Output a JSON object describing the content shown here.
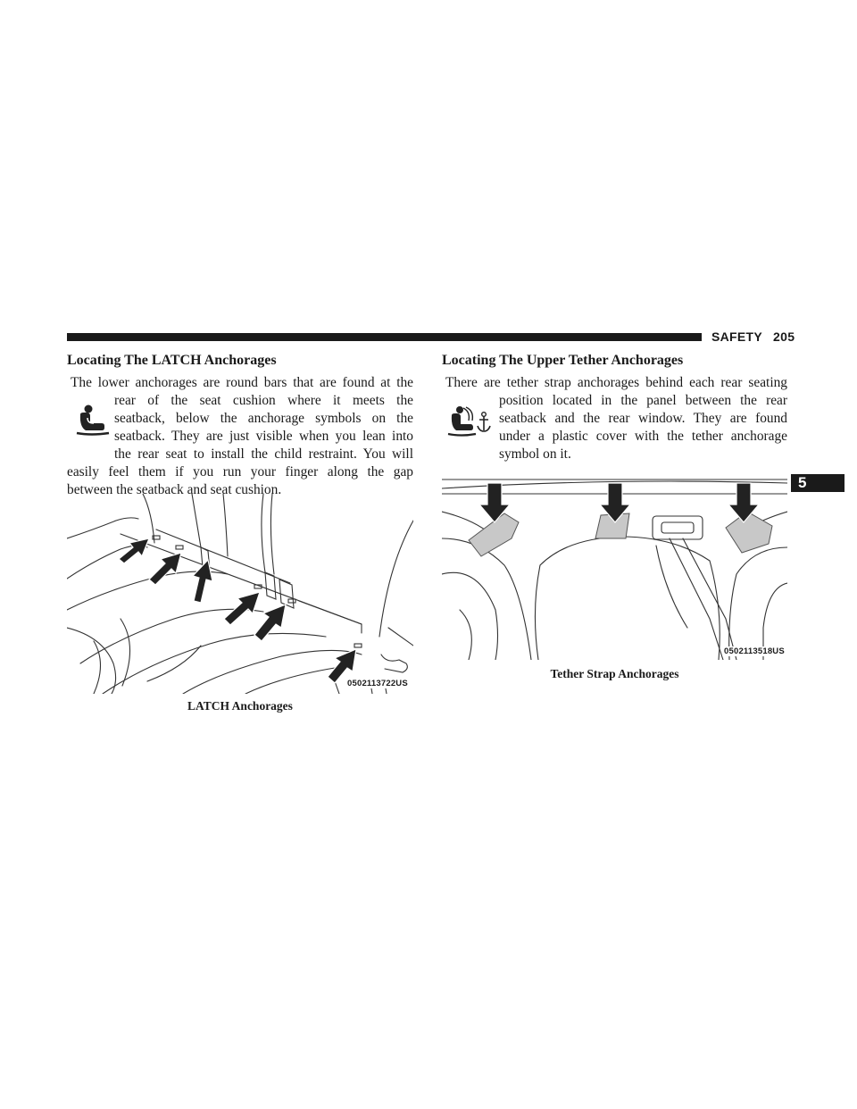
{
  "header": {
    "section": "SAFETY",
    "page_number": "205",
    "chapter_tab": "5"
  },
  "left": {
    "title": "Locating The LATCH Anchorages",
    "lines": [
      "The lower anchorages are round bars that are found at the",
      "rear of the seat cushion where it meets the",
      "seatback, below the anchorage symbols on the",
      "seatback. They are just visible when you lean into",
      "the rear seat to install the child restraint. You will",
      "easily feel them if you run your finger along the gap",
      "between the seatback and seat cushion."
    ],
    "icon": "child-seat-latch-icon",
    "figure": {
      "code": "0502113722US",
      "caption": "LATCH Anchorages"
    }
  },
  "right": {
    "title": "Locating The Upper Tether Anchorages",
    "lines": [
      "There are tether strap anchorages behind each rear seating",
      "position located in the panel between the rear",
      "seatback and the rear window. They are found",
      "under a plastic cover with the tether anchorage",
      "symbol on it."
    ],
    "icon": "tether-anchor-icon",
    "figure": {
      "code": "0502113518US",
      "caption": "Tether Strap Anchorages"
    }
  }
}
